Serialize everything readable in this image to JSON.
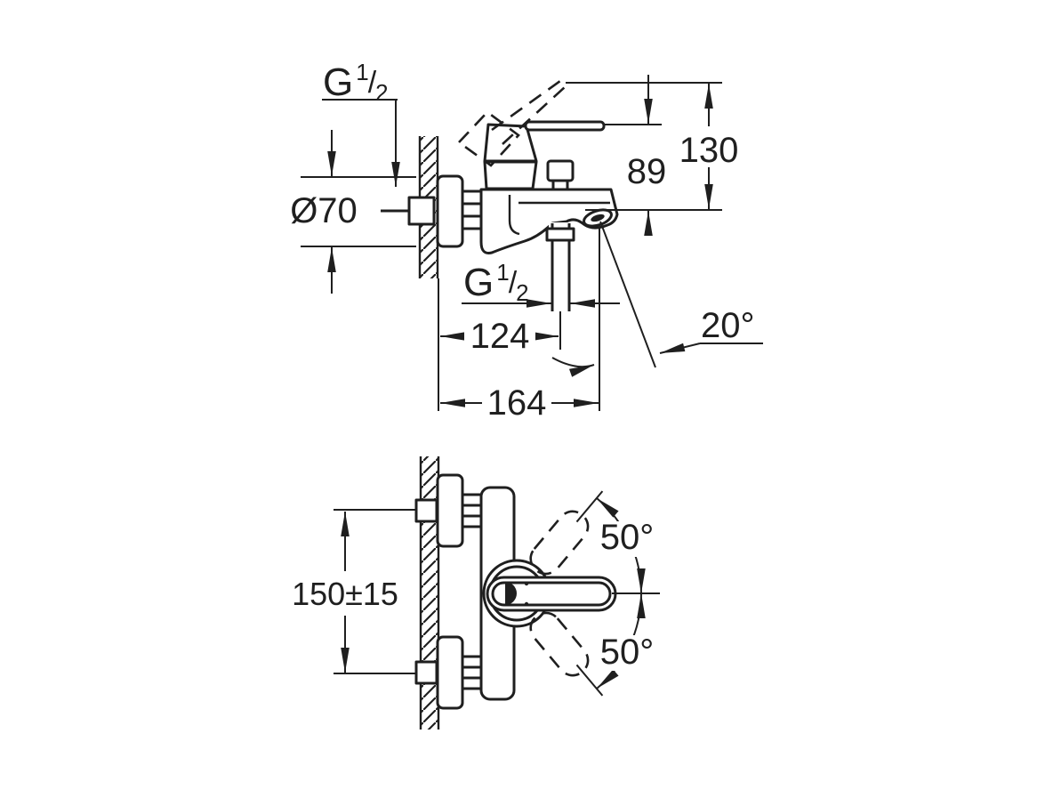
{
  "page": {
    "background": "#ffffff",
    "ink": "#1f1f1f"
  },
  "drawing": {
    "type": "technical-drawing",
    "subject": "Wall-mounted single-lever bath/shower mixer installation dimension drawing",
    "views": [
      {
        "id": "side",
        "name": "Side elevation with mounting dimensions"
      },
      {
        "id": "plan",
        "name": "Plan view with handle swivel angles"
      }
    ],
    "labels": {
      "thread_size_supply": {
        "base": "G",
        "sup": "1",
        "slash": "/",
        "sub": "2"
      },
      "thread_size_outlet": {
        "base": "G",
        "sup": "1",
        "slash": "/",
        "sub": "2"
      },
      "escutcheon_diameter": "Ø70",
      "lever_height": "89",
      "lever_raised_height": "130",
      "outlet_offset": "124",
      "overall_depth": "164",
      "spray_angle": "20°",
      "connection_spacing": "150±15",
      "swivel_angle_upper": "50°",
      "swivel_angle_lower": "50°"
    }
  }
}
